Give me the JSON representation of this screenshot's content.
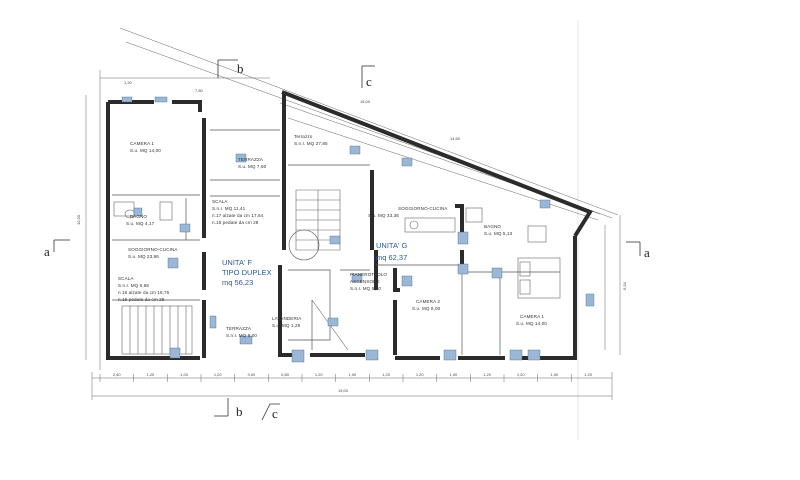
{
  "sections": {
    "b_top": "b",
    "c_top": "c",
    "a_left": "a",
    "a_right": "a",
    "b_bottom": "b",
    "c_bottom": "c"
  },
  "rooms": {
    "camera1_left": {
      "name": "CAMERA 1",
      "area": "S.u. MQ 14,00"
    },
    "terrazza_top": {
      "name": "TERRAZZA",
      "area": "S.u. MQ 7,60"
    },
    "bagno_left": {
      "name": "BAGNO",
      "area": "S.u. MQ 4,17"
    },
    "scala_mid": {
      "name": "SCALA",
      "area": "S.n.r. MQ 11,41",
      "note1": "n.17 alzate da cm 17,64",
      "note2": "n.16 pedate da cm 28"
    },
    "soggiorno_left": {
      "name": "SOGGIORNO-CUCINA",
      "area": "S.u. MQ 23,86"
    },
    "scala_low": {
      "name": "SCALA",
      "area": "S.n.r. MQ 6,68",
      "note1": "n.16 alzate da cm 18,75",
      "note2": "n.15 pedate da cm 28"
    },
    "terrazza_low": {
      "name": "TERRAZZA",
      "area": "S.n.r. MQ 8,00"
    },
    "lavanderia": {
      "name": "LAVANDERIA",
      "area": "S.u. MQ 1,29"
    },
    "terrazzo_right": {
      "name": "Terrazzo",
      "area": "S.n.r. MQ 27,85"
    },
    "soggiorno_right": {
      "name": "SOGGIORNO-CUCINA",
      "area": "S.u. MQ 33,36"
    },
    "bagno_right": {
      "name": "BAGNO",
      "area": "S.u. MQ 5,13"
    },
    "pianerottolo": {
      "name": "PIANEROTTOLO",
      "name2": "ASCENSORE",
      "area": "S.n.r. MQ 5,60"
    },
    "camera2": {
      "name": "CAMERA 2",
      "area": "S.u. MQ 9,00"
    },
    "camera1_right": {
      "name": "CAMERA 1",
      "area": "S.u. MQ 14,00"
    }
  },
  "units": {
    "f": {
      "name": "UNITA' F",
      "type": "TIPO DUPLEX",
      "area": "mq 56,23"
    },
    "g": {
      "name": "UNITA' G",
      "area": "mq 62,37"
    }
  },
  "dims_bottom": [
    "2,40",
    "1,20",
    "1,00",
    "1,20",
    "3,00",
    "0,80",
    "1,20",
    "1,00",
    "1,20",
    "1,20",
    "1,00",
    "1,20",
    "1,20",
    "1,00",
    "1,20"
  ],
  "dims_total": "15,00",
  "dims_misc": {
    "top_left": "1,20",
    "top_b": "7,80",
    "top_total": "15,00",
    "top_right": "14,50",
    "left_v": "10,30",
    "right_v": "5,54"
  }
}
